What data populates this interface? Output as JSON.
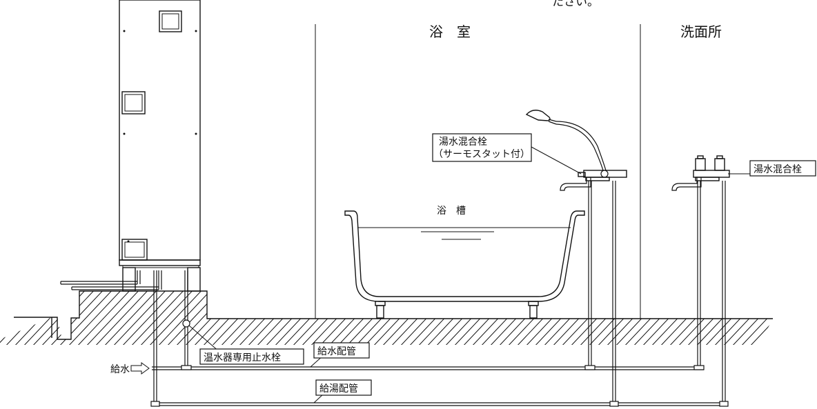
{
  "top_note": "たさい。",
  "rooms": {
    "bathroom": "浴　室",
    "washroom": "洗面所"
  },
  "bathtub_label": "浴　槽",
  "callouts": {
    "thermostat_mixer_line1": "湯水混合栓",
    "thermostat_mixer_line2": "（サーモスタット付）",
    "washroom_mixer": "湯水混合栓",
    "stop_valve": "温水器専用止水栓",
    "water_pipe": "給水配管",
    "hot_water_pipe": "給湯配管"
  },
  "water_supply_label": "給水"
}
